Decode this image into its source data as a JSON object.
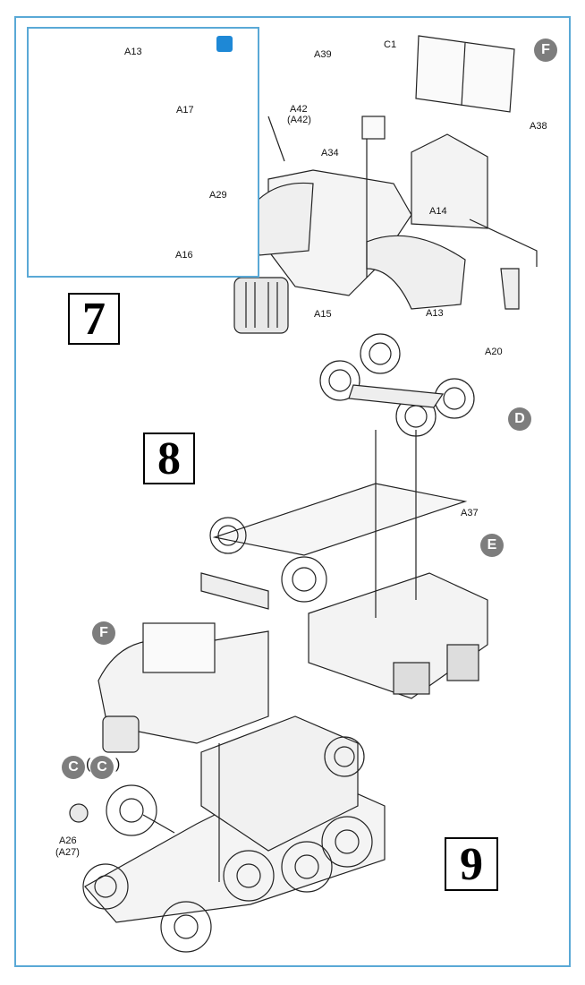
{
  "steps": {
    "s7": "7",
    "s8": "8",
    "s9": "9"
  },
  "subassemblies": {
    "F_top": "F",
    "D": "D",
    "E": "E",
    "F_bottom": "F",
    "C1": "C",
    "C2": "C",
    "C_paren_open": "(",
    "C_paren_close": ")"
  },
  "inset_labels": {
    "A13": "A13",
    "A17": "A17",
    "A29": "A29",
    "A16": "A16"
  },
  "part_labels": {
    "C1": "C1",
    "A39": "A39",
    "A42": "A42",
    "A42_alt": "(A42)",
    "A34": "A34",
    "A38": "A38",
    "A14": "A14",
    "A15": "A15",
    "A13": "A13",
    "A20": "A20",
    "A37": "A37",
    "A26": "A26",
    "A26_alt": "(A27)"
  },
  "colors": {
    "frame": "#5aa9d6",
    "badge": "#7d7d7d",
    "paint_icon": "#1e88d6"
  },
  "icons": {
    "paint": "paint-brush-icon"
  }
}
